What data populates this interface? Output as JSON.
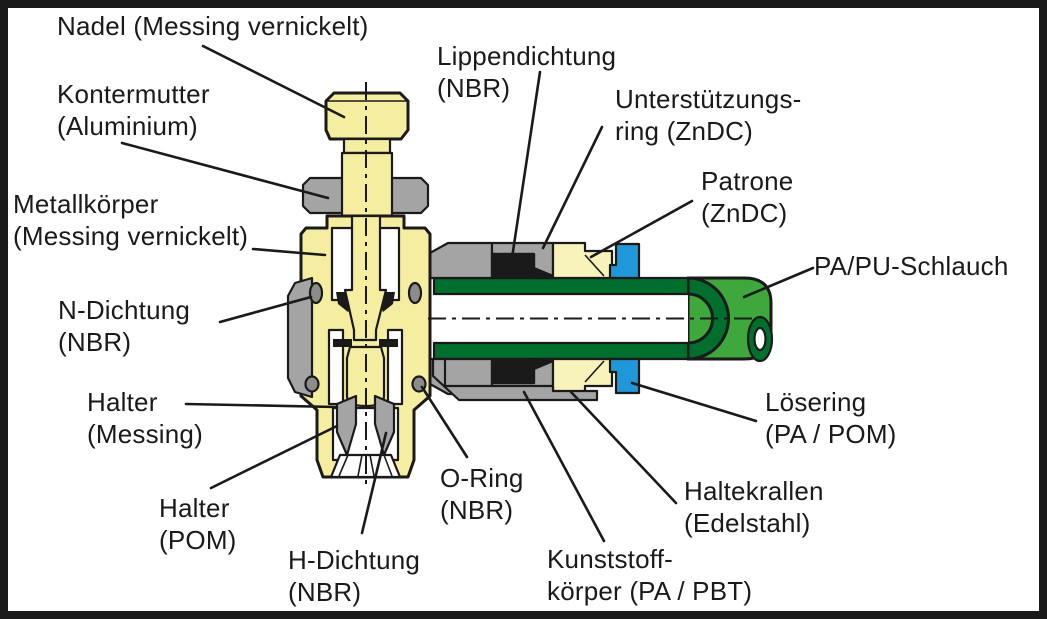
{
  "figure": {
    "type": "technical cutaway diagram",
    "subject": "Pneumatic push-in throttle valve fitting, cross-section with part labels",
    "language": "German"
  },
  "colors": {
    "background": "#ffffff",
    "frame": "#1a1a1a",
    "outline": "#1a1a1a",
    "text": "#1a1a1a",
    "brass_yellow": "#f5eda0",
    "patrone_yellow": "#f8f2bb",
    "metal_gray": "#a4a4a4",
    "seal_gray": "#8c8c8c",
    "seal_black": "#1a1a1a",
    "release_blue": "#1f97d8",
    "tube_green": "#3ea83c",
    "tube_dark_green": "#006f2e",
    "paper_white": "#ffffff"
  },
  "labels": {
    "nadel": {
      "lines": [
        "Nadel (Messing vernickelt)"
      ]
    },
    "kontermutter": {
      "lines": [
        "Kontermutter",
        "(Aluminium)"
      ]
    },
    "metallkoerper": {
      "lines": [
        "Metallkörper",
        "(Messing vernickelt)"
      ]
    },
    "n_dichtung": {
      "lines": [
        "N-Dichtung",
        "(NBR)"
      ]
    },
    "halter_messing": {
      "lines": [
        "Halter",
        "(Messing)"
      ]
    },
    "halter_pom": {
      "lines": [
        "Halter",
        "(POM)"
      ]
    },
    "h_dichtung": {
      "lines": [
        "H-Dichtung",
        "(NBR)"
      ]
    },
    "o_ring": {
      "lines": [
        "O-Ring",
        "(NBR)"
      ]
    },
    "lippendichtung": {
      "lines": [
        "Lippendichtung",
        "(NBR)"
      ]
    },
    "unterstuetzungsring": {
      "lines": [
        "Unterstützungs-",
        "ring (ZnDC)"
      ]
    },
    "patrone": {
      "lines": [
        "Patrone",
        "(ZnDC)"
      ]
    },
    "pa_pu_schlauch": {
      "lines": [
        "PA/PU-Schlauch"
      ]
    },
    "loesering": {
      "lines": [
        "Lösering",
        "(PA / POM)"
      ]
    },
    "haltekrallen": {
      "lines": [
        "Haltekrallen",
        "(Edelstahl)"
      ]
    },
    "kunststoffkoerper": {
      "lines": [
        "Kunststoff-",
        "körper (PA / PBT)"
      ]
    }
  }
}
